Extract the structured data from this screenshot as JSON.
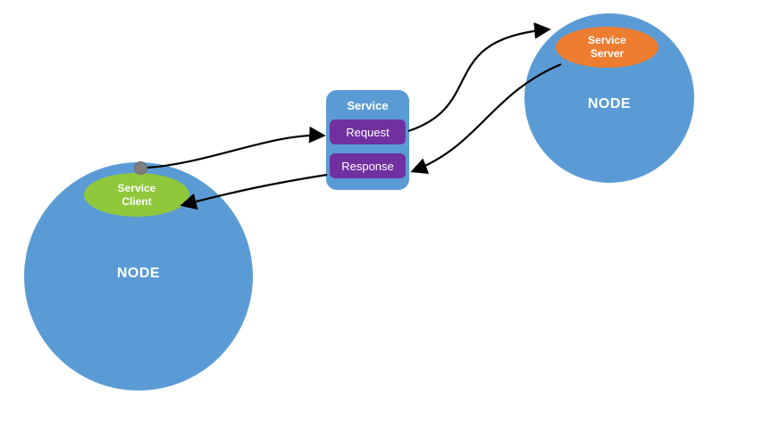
{
  "diagram": {
    "left_node": {
      "label": "NODE"
    },
    "right_node": {
      "label": "NODE"
    },
    "service_client": {
      "label": "Service Client"
    },
    "service_server": {
      "label": "Service Server"
    },
    "service_box": {
      "title": "Service",
      "request_label": "Request",
      "response_label": "Response"
    }
  },
  "colors": {
    "node_blue": "#5b9bd5",
    "client_green": "#90c83c",
    "server_orange": "#ed7d31",
    "box_purple": "#7030a0",
    "connector_black": "#000000",
    "dot_gray": "#7f7f7f",
    "background": "#ffffff"
  }
}
